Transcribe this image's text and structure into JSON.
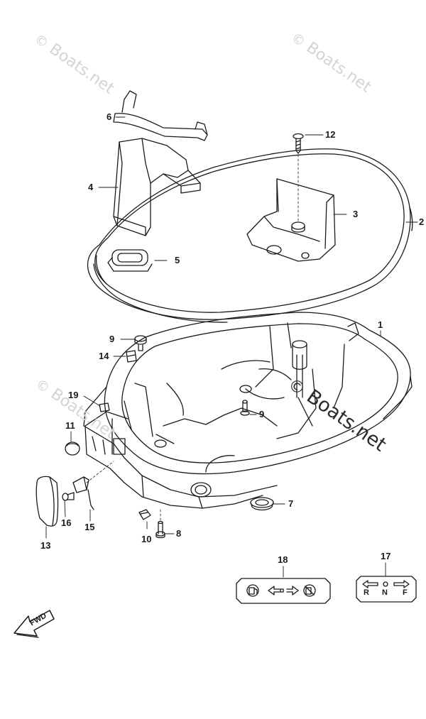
{
  "watermark": {
    "text": "Boats.net",
    "copyright_symbol": "©"
  },
  "callouts": {
    "c1": "1",
    "c2": "2",
    "c3": "3",
    "c4": "4",
    "c5": "5",
    "c6": "6",
    "c7": "7",
    "c8": "8",
    "c9a": "9",
    "c9b": "9",
    "c10": "10",
    "c11": "11",
    "c12": "12",
    "c13": "13",
    "c14": "14",
    "c15": "15",
    "c16": "16",
    "c17": "17",
    "c18": "18",
    "c19": "19"
  },
  "fwd_label": "FWD",
  "shift_label": {
    "r": "R",
    "n": "N",
    "f": "F"
  }
}
